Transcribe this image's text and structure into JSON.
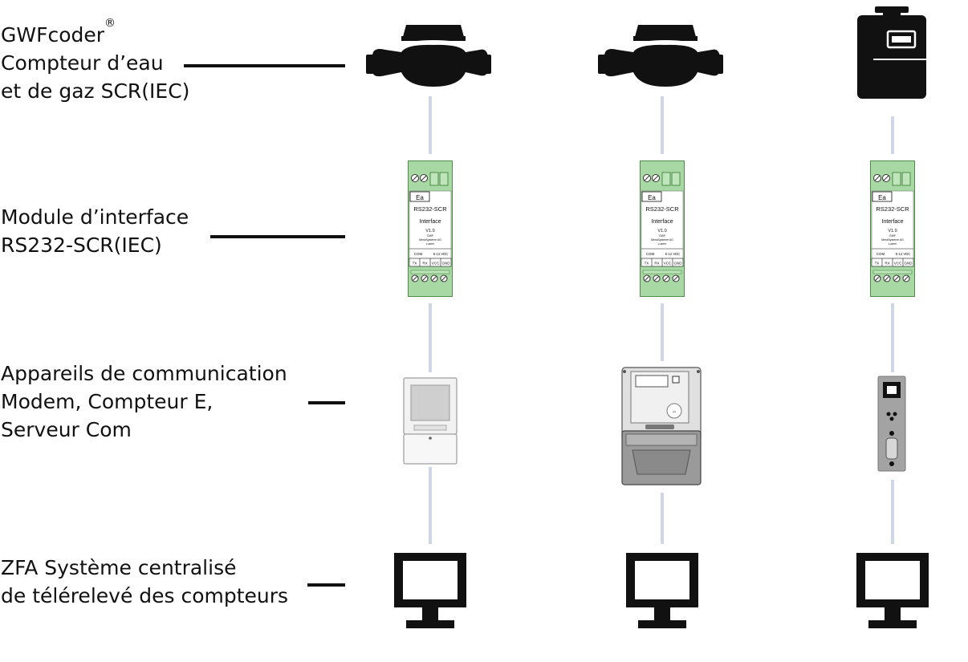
{
  "rows": [
    {
      "id": "meters",
      "lines": [
        "GWFcoder",
        "Compteur d’eau",
        "et de gaz SCR(IEC)"
      ],
      "trademark": "®"
    },
    {
      "id": "interface",
      "lines": [
        "Module d’interface",
        "RS232-SCR(IEC)"
      ]
    },
    {
      "id": "comm",
      "lines": [
        "Appareils de communication",
        "Modem, Compteur E,",
        "Serveur Com"
      ]
    },
    {
      "id": "central",
      "lines": [
        "ZFA Système centralisé",
        "de télérelevé des compteurs"
      ]
    }
  ],
  "module": {
    "badge": "Ea",
    "model": "RS232-SCR",
    "type": "Interface",
    "version": "V1.0",
    "maker_line1": "GWF",
    "maker_line2": "MessSysteme AG",
    "maker_line3": "Luzern",
    "com": "COM",
    "power": "5-12 VDC",
    "pins": [
      "TX",
      "RX",
      "VCC",
      "GND"
    ]
  },
  "colors": {
    "module_green": "#a8d9a4",
    "module_border": "#4f8a4c",
    "connector": "#cfd6e6",
    "device_black": "#111111",
    "meter_grey": "#9a9a9a"
  },
  "icons": {
    "col1": [
      "water-meter-icon",
      "interface-module-icon",
      "modem-icon",
      "monitor-icon"
    ],
    "col2": [
      "water-meter-icon",
      "interface-module-icon",
      "electricity-meter-icon",
      "monitor-icon"
    ],
    "col3": [
      "gas-meter-icon",
      "interface-module-icon",
      "com-server-icon",
      "monitor-icon"
    ]
  }
}
